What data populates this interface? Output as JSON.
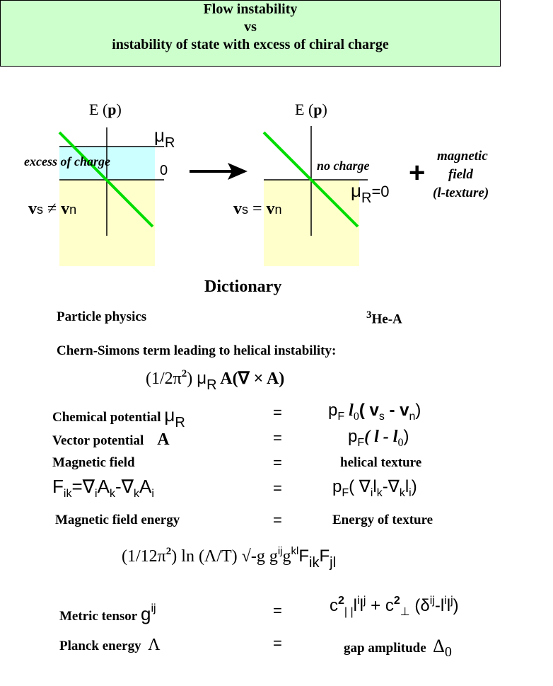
{
  "title": {
    "line1": "Flow instability",
    "line2": "vs",
    "line3": "instability of state with excess of chiral charge"
  },
  "diagram_left": {
    "axis_label_E": "E (",
    "axis_label_p": "p",
    "axis_label_close": ")",
    "mu_symbol": "μ",
    "mu_sub": "R",
    "zero": "0",
    "region_label": "excess of charge",
    "v_s": "v",
    "v_s_sub": "s",
    "relation": "≠",
    "v_n": "v",
    "v_n_sub": "n"
  },
  "diagram_right": {
    "axis_label_E": "E (",
    "axis_label_p": "p",
    "axis_label_close": ")",
    "region_label": "no  charge",
    "mu_symbol": "μ",
    "mu_sub": "R",
    "mu_value": "=0",
    "v_s": "v",
    "v_s_sub": "s",
    "relation": "=",
    "v_n": "v",
    "v_n_sub": "n"
  },
  "plus": {
    "symbol": "+",
    "line1": "magnetic",
    "line2": "field",
    "line3": "(l-texture)"
  },
  "colors": {
    "title_bg": "#ccffcc",
    "region_cyan": "#ccffff",
    "region_yellow": "#ffffcc",
    "dispersion_line": "#00dd00"
  },
  "dictionary": {
    "heading": "Dictionary",
    "col_left": "Particle physics",
    "col_right_sup": "3",
    "col_right": "He-A",
    "cs_heading": "Chern-Simons term  leading to helical instability:",
    "cs_formula_a": "(1/2π",
    "cs_formula_sup": "2",
    "cs_formula_b": ") ",
    "cs_formula_mu": "μ",
    "cs_formula_mu_sub": "R",
    "cs_formula_c": " A(∇ × A)",
    "rows": [
      {
        "left": "Chemical potential",
        "left_sym": "μ",
        "left_sub": "R",
        "eq": "=",
        "right_a": "p",
        "right_sub": "F",
        "right_b": " l",
        "right_sub2": "0",
        "right_c": "( v",
        "right_sub3": "s",
        "right_d": " - v",
        "right_sub4": "n",
        "right_e": ")"
      },
      {
        "left": "Vector potential",
        "left_sym": "A",
        "eq": "=",
        "right_a": "p",
        "right_sub": "F",
        "right_b": "( l - l",
        "right_sub2": "0",
        "right_c": ")"
      },
      {
        "left": "Magnetic field",
        "eq": "=",
        "right": "helical texture"
      },
      {
        "eq": "=",
        "lhs_F": "F",
        "lhs_F_sub": "ik",
        "lhs_b": "=∇",
        "lhs_b_sub": "i",
        "lhs_c": "A",
        "lhs_c_sub": "k",
        "lhs_d": "-∇",
        "lhs_d_sub": "k",
        "lhs_e": "A",
        "lhs_e_sub": "i",
        "right_a": "p",
        "right_sub": "F",
        "right_b": "( ∇",
        "right_sub2": "i",
        "right_c": "l",
        "right_sub3": "k",
        "right_d": "-∇",
        "right_sub4": "k",
        "right_e": "l",
        "right_sub5": "i",
        "right_f": ")"
      },
      {
        "left": "Magnetic field energy",
        "eq": "=",
        "right": "Energy of texture"
      }
    ],
    "energy_formula": {
      "a": "(1/12π",
      "a_sup": "2",
      "b": ") ln (Λ/T)  √-g  g",
      "g1_sup": "ij",
      "c": "g",
      "g2_sup": "kl",
      "d": "F",
      "d_sub": "ik",
      "e": "F",
      "e_sub": "jl"
    },
    "metric": {
      "left": "Metric tensor",
      "sym": "g",
      "sym_sup": "ij",
      "eq": "=",
      "c1": "c",
      "c1_sup": "2",
      "c1_sub": "| |",
      "l1": "l",
      "l1_sup": "i",
      "l2": "l",
      "l2_sup": "j",
      "plus": " + c",
      "c2_sup": "2",
      "c2_sub": "⊥",
      "paren": " (δ",
      "delta_sup": "ij",
      "minus": "-l",
      "l3_sup": "i",
      "l4": "l",
      "l4_sup": "j",
      "close": ")"
    },
    "planck": {
      "left": "Planck energy",
      "sym": "Λ",
      "eq": "=",
      "right": "gap amplitude",
      "right_sym": "Δ",
      "right_sub": "0"
    }
  }
}
